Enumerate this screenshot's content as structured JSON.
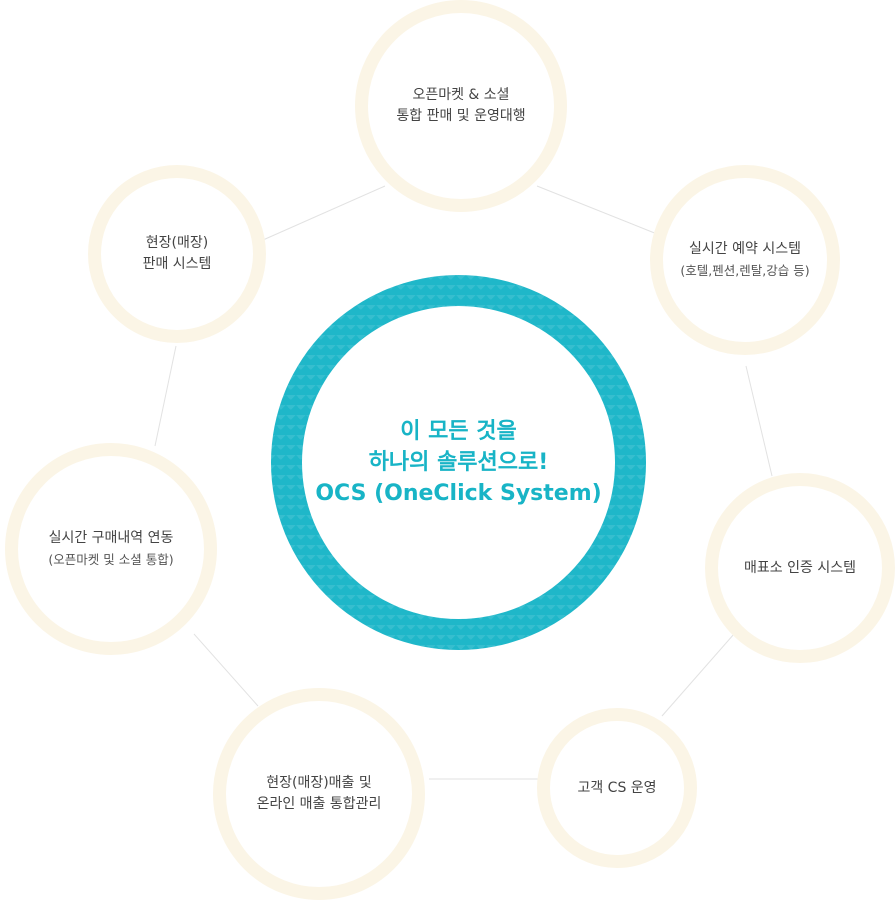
{
  "colors": {
    "accent": "#1fb7c9",
    "accent_text": "#18b4c6",
    "ring": "#fbf5e6",
    "connector": "#e2e2e2",
    "text": "#444444"
  },
  "center": {
    "line1": "이 모든 것을",
    "line2": "하나의 솔루션으로!",
    "line3": "OCS (OneClick System)"
  },
  "nodes": {
    "open_market": {
      "line1": "오픈마켓 & 소셜",
      "line2": "통합 판매 및 운영대행"
    },
    "reservation": {
      "line1": "실시간 예약 시스템",
      "line2": "(호텔,펜션,렌탈,강습 등)"
    },
    "ticket_auth": {
      "line1": "매표소 인증 시스템"
    },
    "cs": {
      "line1": "고객 CS 운영"
    },
    "sales_integration": {
      "line1": "현장(매장)매출 및",
      "line2": "온라인 매출 통합관리"
    },
    "purchase_sync": {
      "line1": "실시간 구매내역 연동",
      "line2": "(오픈마켓 및 소셜 통합)"
    },
    "onsite_sales": {
      "line1": "현장(매장)",
      "line2": "판매 시스템"
    }
  }
}
